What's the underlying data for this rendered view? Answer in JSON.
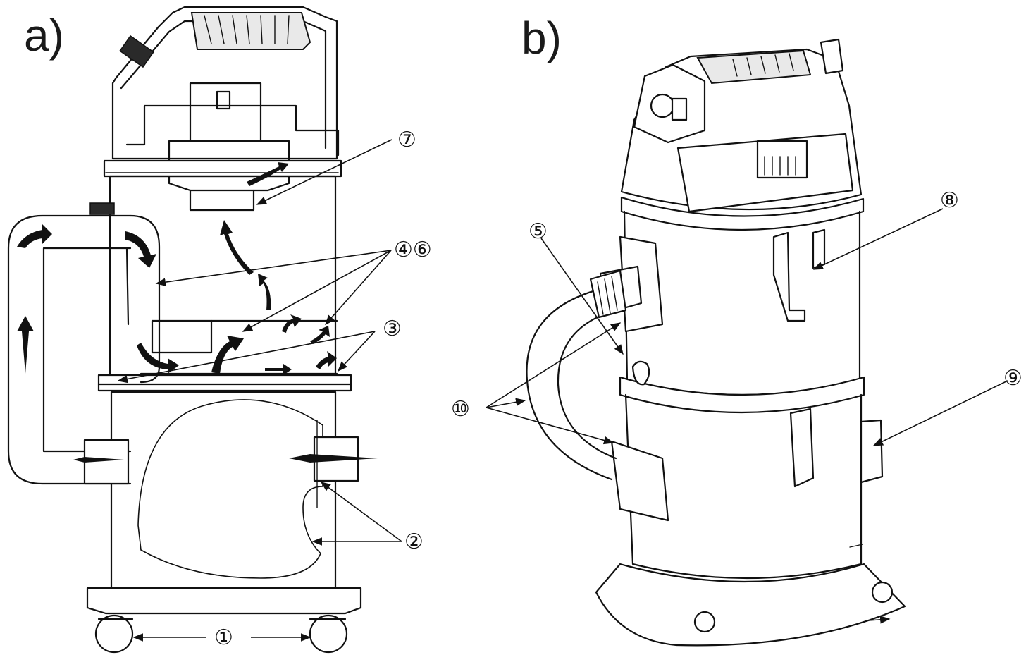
{
  "figure": {
    "panels": [
      {
        "id": "a",
        "label": "a)"
      },
      {
        "id": "b",
        "label": "b)"
      }
    ],
    "callouts": {
      "c1": "①",
      "c2": "②",
      "c3": "③",
      "c46": "④⑥",
      "c5": "⑤",
      "c7": "⑦",
      "c8": "⑧",
      "c9": "⑨",
      "c10": "⑩"
    }
  }
}
